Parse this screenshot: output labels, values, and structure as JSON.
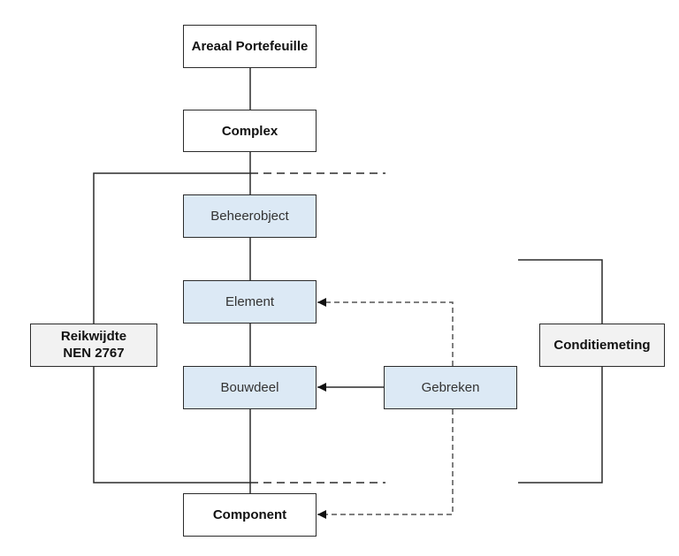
{
  "diagram": {
    "boxes": {
      "areaal": "Areaal Portefeuille",
      "complex": "Complex",
      "beheerobject": "Beheerobject",
      "element": "Element",
      "bouwdeel": "Bouwdeel",
      "component": "Component",
      "gebreken": "Gebreken",
      "reikwijdte_line1": "Reikwijdte",
      "reikwijdte_line2": "NEN 2767",
      "conditiemeting": "Conditiemeting"
    },
    "colors": {
      "line": "#2b2b2b",
      "blue_fill": "#dce9f5",
      "grey_fill": "#f2f2f2"
    }
  }
}
